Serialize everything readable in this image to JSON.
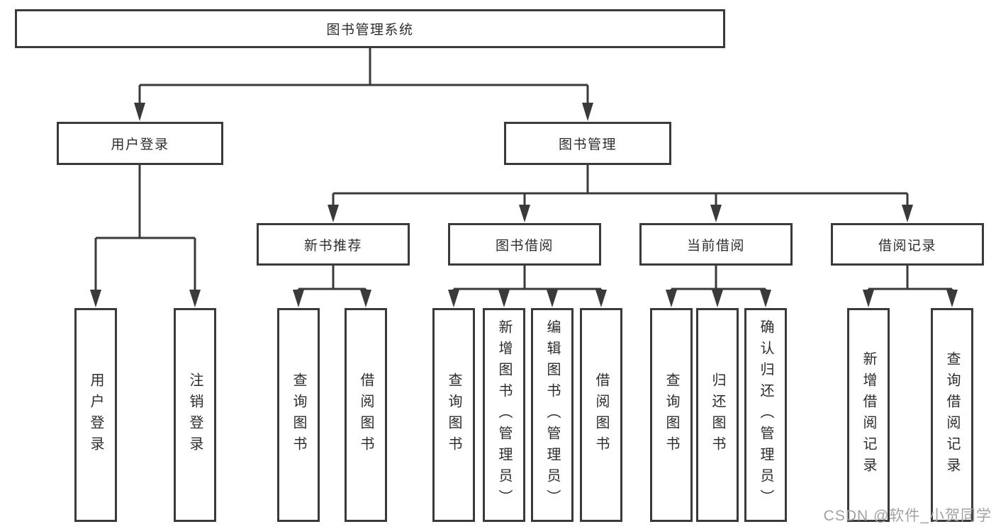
{
  "diagram": {
    "type": "tree",
    "colors": {
      "line": "#3a3a3a",
      "border": "#3a3a3a",
      "text": "#2d2d2d",
      "background": "#ffffff",
      "watermark": "#a2a2a2"
    },
    "watermark": "CSDN @软件_小贺同学",
    "nodes": {
      "root": {
        "label": "图书管理系统"
      },
      "user_login": {
        "label": "用户登录"
      },
      "book_mgmt": {
        "label": "图书管理"
      },
      "new_book_rec": {
        "label": "新书推荐"
      },
      "book_borrow": {
        "label": "图书借阅"
      },
      "current_borrow": {
        "label": "当前借阅"
      },
      "borrow_record": {
        "label": "借阅记录"
      },
      "leaf_user_login": {
        "label": "用户登录"
      },
      "leaf_logout": {
        "label": "注销登录"
      },
      "leaf_rec_query": {
        "label": "查询图书"
      },
      "leaf_rec_borrow": {
        "label": "借阅图书"
      },
      "leaf_bb_query": {
        "label": "查询图书"
      },
      "leaf_bb_add": {
        "label": "新增图书（管理员）"
      },
      "leaf_bb_edit": {
        "label": "编辑图书（管理员）"
      },
      "leaf_bb_borrow": {
        "label": "借阅图书"
      },
      "leaf_cb_query": {
        "label": "查询图书"
      },
      "leaf_cb_return": {
        "label": "归还图书"
      },
      "leaf_cb_confirm": {
        "label": "确认归还（管理员）"
      },
      "leaf_br_add": {
        "label": "新增借阅记录"
      },
      "leaf_br_query": {
        "label": "查询借阅记录"
      }
    },
    "hierarchy": {
      "图书管理系统": {
        "用户登录": [
          "用户登录",
          "注销登录"
        ],
        "图书管理": {
          "新书推荐": [
            "查询图书",
            "借阅图书"
          ],
          "图书借阅": [
            "查询图书",
            "新增图书（管理员）",
            "编辑图书（管理员）",
            "借阅图书"
          ],
          "当前借阅": [
            "查询图书",
            "归还图书",
            "确认归还（管理员）"
          ],
          "借阅记录": [
            "新增借阅记录",
            "查询借阅记录"
          ]
        }
      }
    }
  }
}
